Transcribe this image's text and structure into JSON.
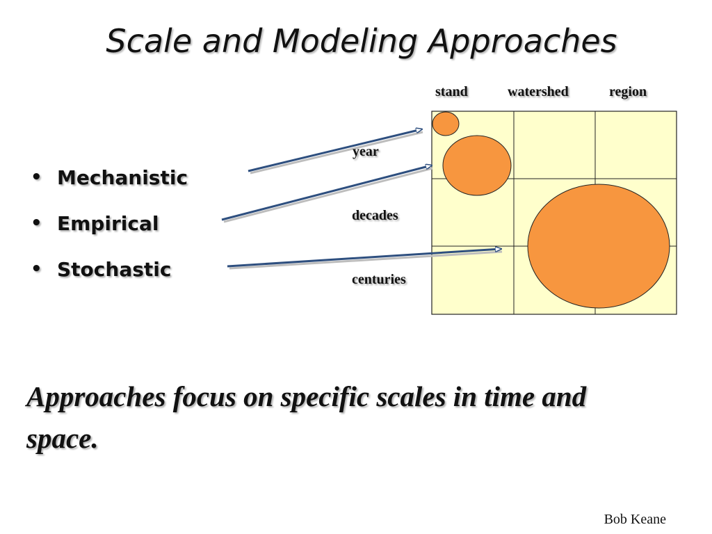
{
  "slide": {
    "title": "Scale and Modeling Approaches",
    "bullets": [
      {
        "bullet": "•",
        "label": "Mechanistic"
      },
      {
        "bullet": "•",
        "label": "Empirical"
      },
      {
        "bullet": "•",
        "label": "Stochastic"
      }
    ],
    "summary": "Approaches focus on specific scales in time and space.",
    "author": "Bob Keane"
  },
  "grid": {
    "columns": [
      "stand",
      "watershed",
      "region"
    ],
    "rows": [
      "year",
      "decades",
      "centuries"
    ],
    "cell_color": "#ffffcc",
    "bubble_color": "#f7963f"
  },
  "colors": {
    "arrow": "#2e4f7f",
    "grid_line": "#222222"
  }
}
